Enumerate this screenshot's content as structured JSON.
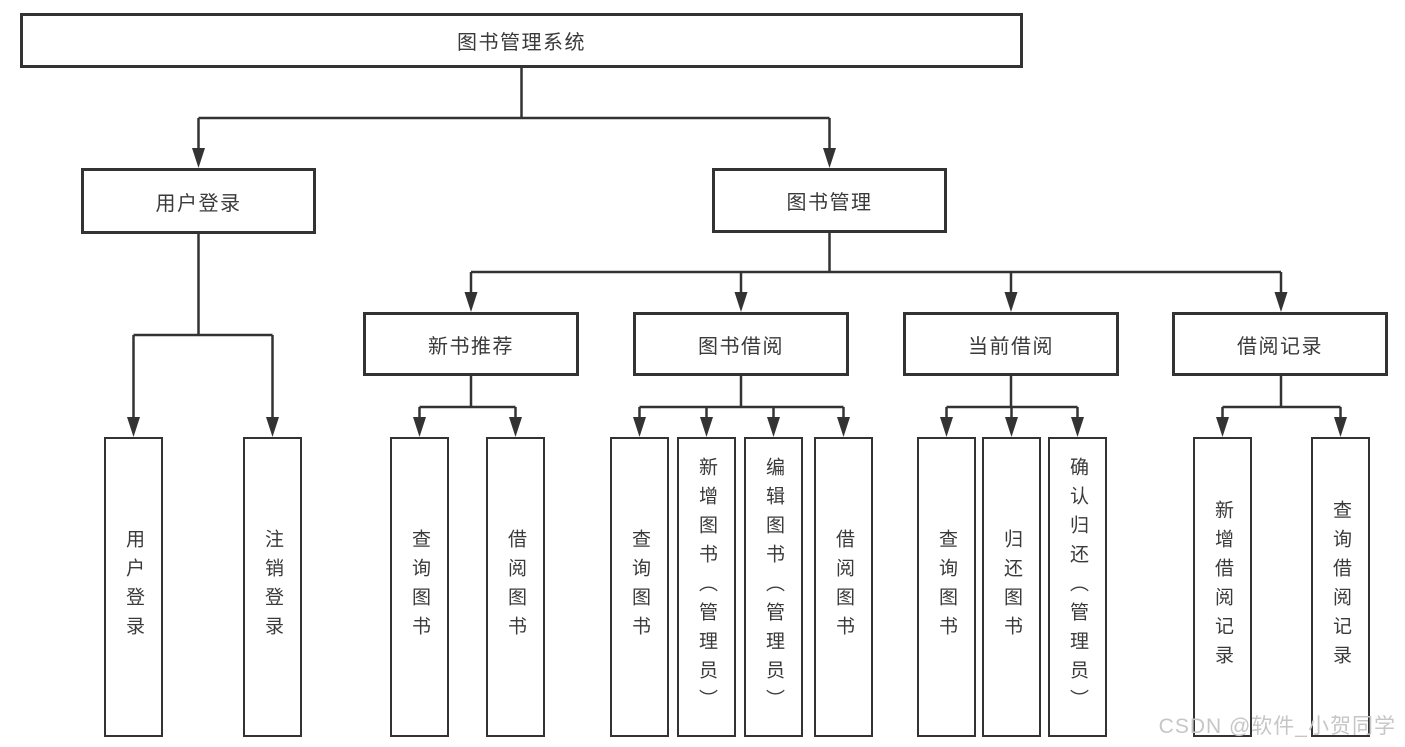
{
  "colors": {
    "background": "#ffffff",
    "line": "#333333",
    "box_border": "#333333",
    "box_fill": "#ffffff",
    "text": "#3a3a3a",
    "watermark": "#c6c6c6"
  },
  "watermark": {
    "text": "CSDN @软件_小贺同学"
  },
  "diagram": {
    "type": "tree",
    "root": {
      "label": "图书管理系统",
      "children": [
        {
          "label": "用户登录",
          "children": [
            {
              "label": "用户登录"
            },
            {
              "label": "注销登录"
            }
          ]
        },
        {
          "label": "图书管理",
          "children": [
            {
              "label": "新书推荐",
              "children": [
                {
                  "label": "查询图书"
                },
                {
                  "label": "借阅图书"
                }
              ]
            },
            {
              "label": "图书借阅",
              "children": [
                {
                  "label": "查询图书"
                },
                {
                  "label": "新增图书（管理员）"
                },
                {
                  "label": "编辑图书（管理员）"
                },
                {
                  "label": "借阅图书"
                }
              ]
            },
            {
              "label": "当前借阅",
              "children": [
                {
                  "label": "查询图书"
                },
                {
                  "label": "归还图书"
                },
                {
                  "label": "确认归还（管理员）"
                }
              ]
            },
            {
              "label": "借阅记录",
              "children": [
                {
                  "label": "新增借阅记录"
                },
                {
                  "label": "查询借阅记录"
                }
              ]
            }
          ]
        }
      ]
    }
  }
}
